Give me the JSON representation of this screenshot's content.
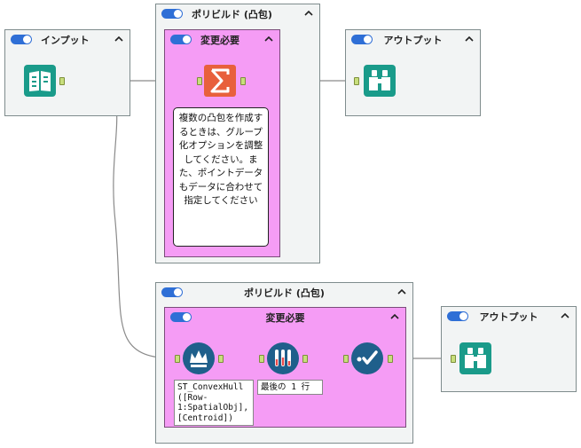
{
  "containers": {
    "input": {
      "title": "インプット"
    },
    "polybuild_top": {
      "title": "ポリビルド (凸包)",
      "inner_title": "変更必要"
    },
    "output_top": {
      "title": "アウトプット"
    },
    "polybuild_bottom": {
      "title": "ポリビルド (凸包)",
      "inner_title": "変更必要"
    },
    "output_bottom": {
      "title": "アウトプット"
    }
  },
  "comment_note": "複数の凸包を作成するときは、グループ化オプションを調整してください。また、ポイントデータもデータに合わせて指定してください",
  "tool_labels": {
    "formula": "ST_ConvexHull\n([Row-\n1:SpatialObj],\n[Centroid])",
    "sample": "最後の 1 行"
  },
  "colors": {
    "tool_teal": "#1a9b8a",
    "summarize_orange": "#e8603c",
    "formula_blue": "#1f5f8b",
    "container_bg": "#f2f4f4",
    "inner_container_bg": "#f59cf5",
    "toggle_blue": "#2f6fd6",
    "anchor_green": "#c8de7c"
  },
  "icons": [
    "input-book-icon",
    "summarize-sigma-icon",
    "browse-binoculars-icon",
    "formula-crown-icon",
    "sample-flasks-icon",
    "select-check-icon",
    "chevron-up-icon",
    "toggle-icon"
  ]
}
